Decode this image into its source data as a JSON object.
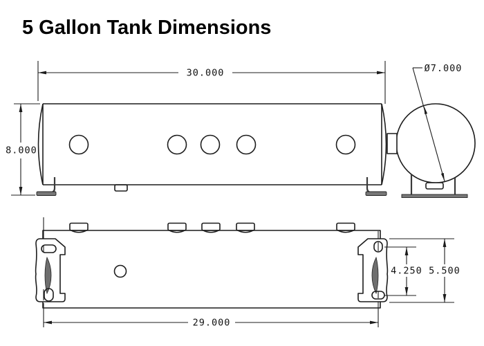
{
  "title": "5 Gallon Tank Dimensions",
  "drawing": {
    "dim_overall_length": "30.000",
    "dim_overall_height": "8.000",
    "dim_end_diameter": "Ø7.000",
    "dim_slot_spacing": "4.250",
    "dim_bracket_height": "5.500",
    "dim_mount_length": "29.000"
  },
  "colors": {
    "line": "#1c1c1c",
    "bracket_fill": "#787878",
    "background": "#ffffff"
  }
}
